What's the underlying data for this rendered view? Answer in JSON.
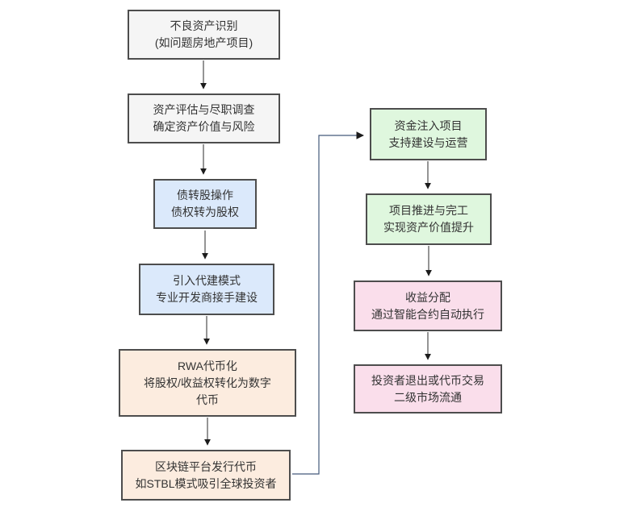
{
  "diagram": {
    "type": "flowchart",
    "direction": "top-to-bottom, branching right",
    "palette": {
      "gray_fill": "#f5f5f5",
      "blue_fill": "#dbe9fb",
      "peach_fill": "#fcecdf",
      "green_fill": "#dff7de",
      "pink_fill": "#fadeeb",
      "node_border": "#4d4d4d",
      "text_color": "#333333",
      "arrow_color": "#2b2b2b",
      "elbow_connector_color": "#44597a"
    },
    "nodes": [
      {
        "id": "asset-identification",
        "color": "gray",
        "lines": [
          "不良资产识别",
          "(如问题房地产项目)"
        ]
      },
      {
        "id": "asset-evaluation",
        "color": "gray",
        "lines": [
          "资产评估与尽职调查",
          "确定资产价值与风险"
        ]
      },
      {
        "id": "debt-to-equity",
        "color": "blue",
        "lines": [
          "债转股操作",
          "债权转为股权"
        ]
      },
      {
        "id": "agent-construction",
        "color": "blue",
        "lines": [
          "引入代建模式",
          "专业开发商接手建设"
        ]
      },
      {
        "id": "rwa-tokenization",
        "color": "peach",
        "lines": [
          "RWA代币化",
          "将股权/收益权转化为数字",
          "代币"
        ]
      },
      {
        "id": "token-issuance",
        "color": "peach",
        "lines": [
          "区块链平台发行代币",
          "如STBL模式吸引全球投资者"
        ]
      },
      {
        "id": "capital-injection",
        "color": "green",
        "lines": [
          "资金注入项目",
          "支持建设与运营"
        ]
      },
      {
        "id": "project-completion",
        "color": "green",
        "lines": [
          "项目推进与完工",
          "实现资产价值提升"
        ]
      },
      {
        "id": "profit-distribution",
        "color": "pink",
        "lines": [
          "收益分配",
          "通过智能合约自动执行"
        ]
      },
      {
        "id": "investor-exit",
        "color": "pink",
        "lines": [
          "投资者退出或代币交易",
          "二级市场流通"
        ]
      }
    ],
    "edges": [
      {
        "from": "asset-identification",
        "to": "asset-evaluation"
      },
      {
        "from": "asset-evaluation",
        "to": "debt-to-equity"
      },
      {
        "from": "debt-to-equity",
        "to": "agent-construction"
      },
      {
        "from": "agent-construction",
        "to": "rwa-tokenization"
      },
      {
        "from": "rwa-tokenization",
        "to": "token-issuance"
      },
      {
        "from": "token-issuance",
        "to": "capital-injection",
        "style": "elbow-right-up"
      },
      {
        "from": "capital-injection",
        "to": "project-completion"
      },
      {
        "from": "project-completion",
        "to": "profit-distribution"
      },
      {
        "from": "profit-distribution",
        "to": "investor-exit"
      }
    ]
  }
}
